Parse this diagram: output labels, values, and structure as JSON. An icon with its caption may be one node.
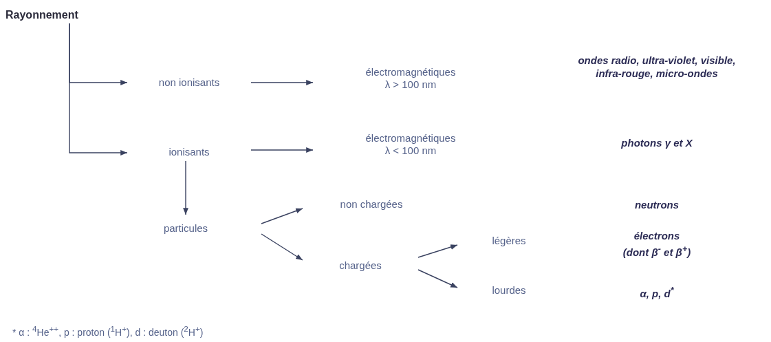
{
  "diagram": {
    "nodes": [
      {
        "text": [
          "Rayonnement"
        ]
      },
      {
        "text": [
          "non ionisants"
        ]
      },
      {
        "text": [
          "ionisants"
        ]
      },
      {
        "text": [
          "électromagnétiques λ > 100 nm"
        ]
      },
      {
        "text": [
          "électromagnétiques λ < 100 nm"
        ]
      },
      {
        "text": [
          "particules"
        ]
      },
      {
        "text": [
          "non chargées"
        ]
      },
      {
        "text": [
          "chargées"
        ]
      },
      {
        "text": [
          "légères"
        ]
      },
      {
        "text": [
          "lourdes"
        ]
      }
    ],
    "edges": [
      {
        "from": 0,
        "to": 1,
        "arrow": "to"
      },
      {
        "from": 0,
        "to": 2,
        "arrow": "to"
      },
      {
        "from": 1,
        "to": 3,
        "arrow": "to"
      },
      {
        "from": 2,
        "to": 4,
        "arrow": "to"
      },
      {
        "from": 2,
        "to": 5,
        "arrow": "to"
      },
      {
        "from": 5,
        "to": 6,
        "arrow": "to"
      },
      {
        "from": 5,
        "to": 7,
        "arrow": "to"
      },
      {
        "from": 7,
        "to": 8,
        "arrow": "to"
      },
      {
        "from": 7,
        "to": 9,
        "arrow": "to"
      }
    ],
    "labels": [
      "ondes radio, ultra-violet, visible, infra-rouge, micro-ondes",
      "photons γ et X",
      "neutrons",
      "électrons",
      "(dont β$^{-}$ et β$^{+}$)",
      "α, p, d$^{*}$",
      "* α : $^{4}$He$^{++}$,  p : proton ($^{1}$H$^{+}$),  d : deuton ($^{2}$H$^{+}$)"
    ]
  }
}
